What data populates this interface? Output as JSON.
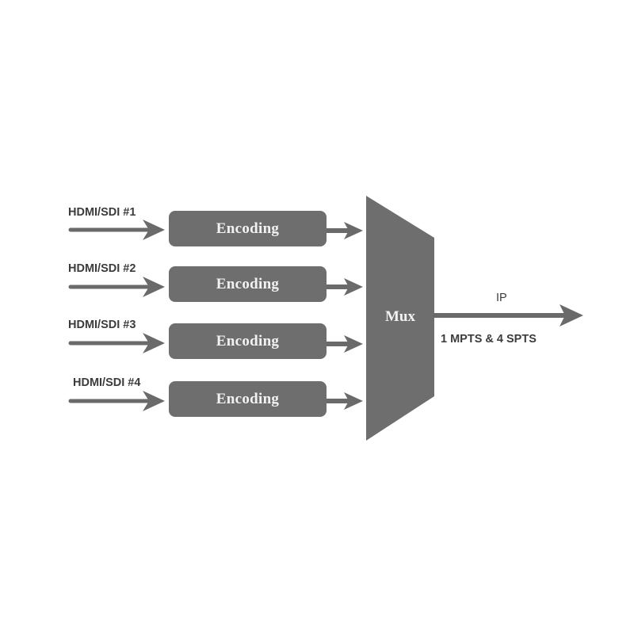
{
  "diagram": {
    "type": "block-diagram",
    "colors": {
      "block_fill": "#6e6e6e",
      "arrow": "#6a6a6a",
      "label_text": "#3c3c3c",
      "block_text": "#f2f2f2",
      "background": "#ffffff"
    },
    "inputs": [
      {
        "label": "HDMI/SDI #1",
        "block": "Encoding"
      },
      {
        "label": "HDMI/SDI #2",
        "block": "Encoding"
      },
      {
        "label": "HDMI/SDI #3",
        "block": "Encoding"
      },
      {
        "label": "HDMI/SDI #4",
        "block": "Encoding"
      }
    ],
    "mux": {
      "label": "Mux"
    },
    "output": {
      "top_label": "IP",
      "bottom_label": "1 MPTS & 4 SPTS"
    }
  }
}
